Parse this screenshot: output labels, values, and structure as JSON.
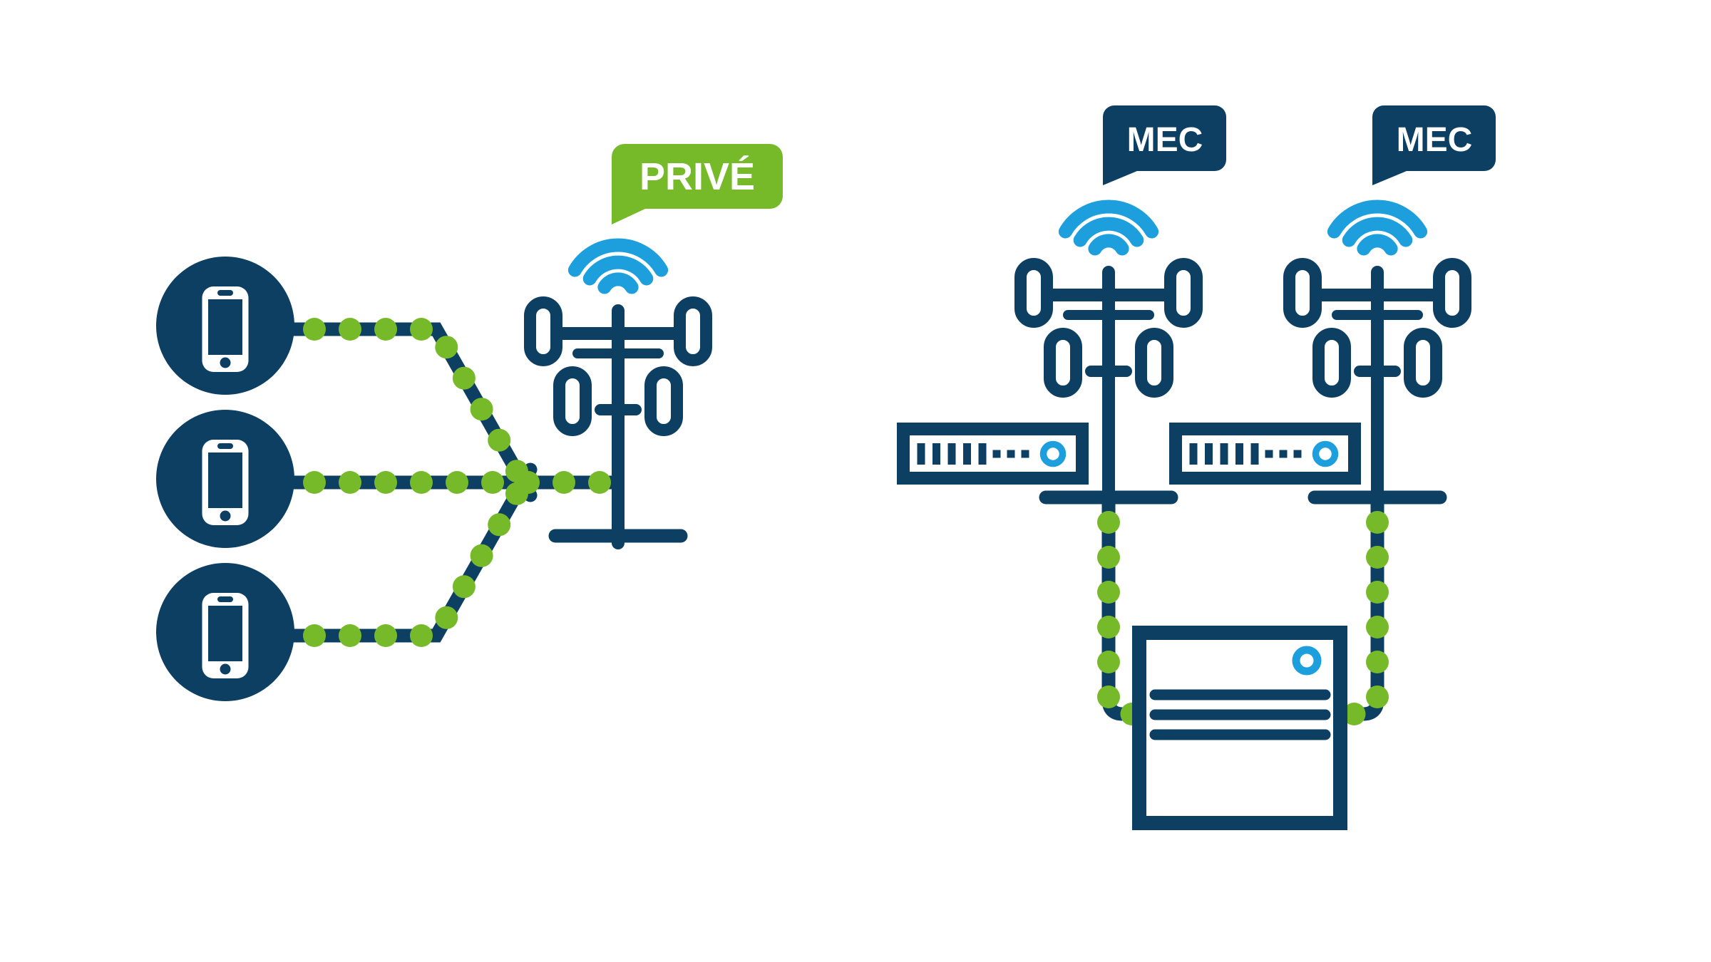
{
  "labels": {
    "prive_bubble": "PRIVÉ",
    "mec_bubble_left": "MEC",
    "mec_bubble_right": "MEC"
  },
  "colors": {
    "navy": "#0d3f63",
    "blue": "#1e9fdd",
    "green": "#77ba29",
    "background": "#ffffff"
  },
  "icons": {
    "left_group": [
      "smartphone-icon",
      "smartphone-icon",
      "smartphone-icon",
      "dotted-connection",
      "wifi-signal-icon",
      "cell-tower-icon",
      "prive-speech-bubble"
    ],
    "right_group": [
      "mec-speech-bubble",
      "wifi-signal-icon",
      "cell-tower-icon",
      "edge-router-icon",
      "mec-speech-bubble",
      "wifi-signal-icon",
      "cell-tower-icon",
      "edge-router-icon",
      "dotted-connection",
      "server-icon"
    ]
  },
  "counts": {
    "smartphones": 3,
    "cell_towers": 3,
    "edge_routers": 2,
    "servers": 1,
    "mec_bubbles": 2,
    "prive_bubbles": 1
  }
}
